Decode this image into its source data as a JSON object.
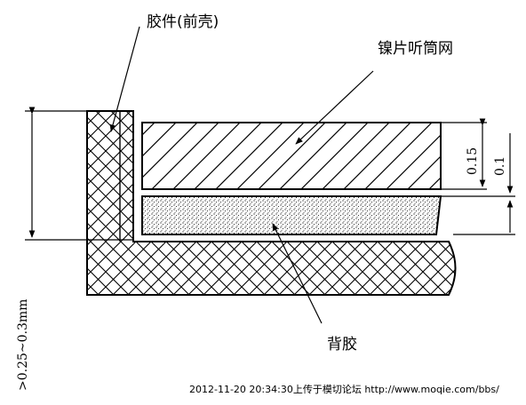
{
  "labels": {
    "housing": "胶件(前壳)",
    "mesh": "镍片听筒网",
    "adhesive": "背胶"
  },
  "dimensions": {
    "mesh_thickness": "0.15",
    "adhesive_thickness": "0.1",
    "wall_gap": ">0.25~0.3mm"
  },
  "footer": {
    "caption": "2012-11-20 20:34:30上传于模切论坛 http://www.moqie.com/bbs/"
  }
}
